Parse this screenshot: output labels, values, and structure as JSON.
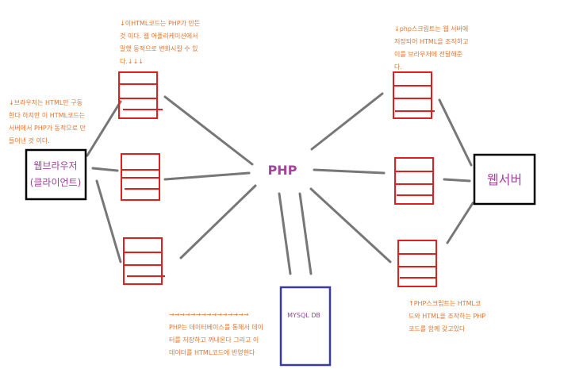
{
  "center": {
    "label": "PHP"
  },
  "browser": {
    "line1": "웹브라우저",
    "line2": "(클라이언트)"
  },
  "webserver": {
    "label": "웹서버"
  },
  "database": {
    "label": "MYSQL DB"
  },
  "notes": {
    "top_center": "↓이HTML코드는 PHP가 만든\n것 이다. 웹 어플리케이션에서\n말했 동적으로 변화시킬 수 있\n다.↓↓↓",
    "left": "↓브라우저는 HTML만 구동\n한다 하지만 이 HTML코드는\n서버에서 PHP가 동적으로 만\n들어낸 것 이다.",
    "top_right": "↓php스크립트는 웹 서버에\n저장되어 HTML을 조작하고\n이를 브라우저에 전달해준\n다.",
    "bottom_right": "↑PHP스크립트는 HTML코\n드와 HTML을 조작하는 PHP\n코드를 함께 갖고있다",
    "bottom_center": "→→→→→→→→→→→→→→→\nPHP는 데이터베이스를 통해서 데이\n터를 저장하고 꺼내온다 그리고 이\n데이터를 HTML코드에 반영한다"
  },
  "colors": {
    "note": "#e8742a",
    "php": "#a0449c",
    "doc_outline": "#e02020",
    "db_outline": "#3a3aa8",
    "connector": "#777777",
    "box_outline": "#000000"
  }
}
